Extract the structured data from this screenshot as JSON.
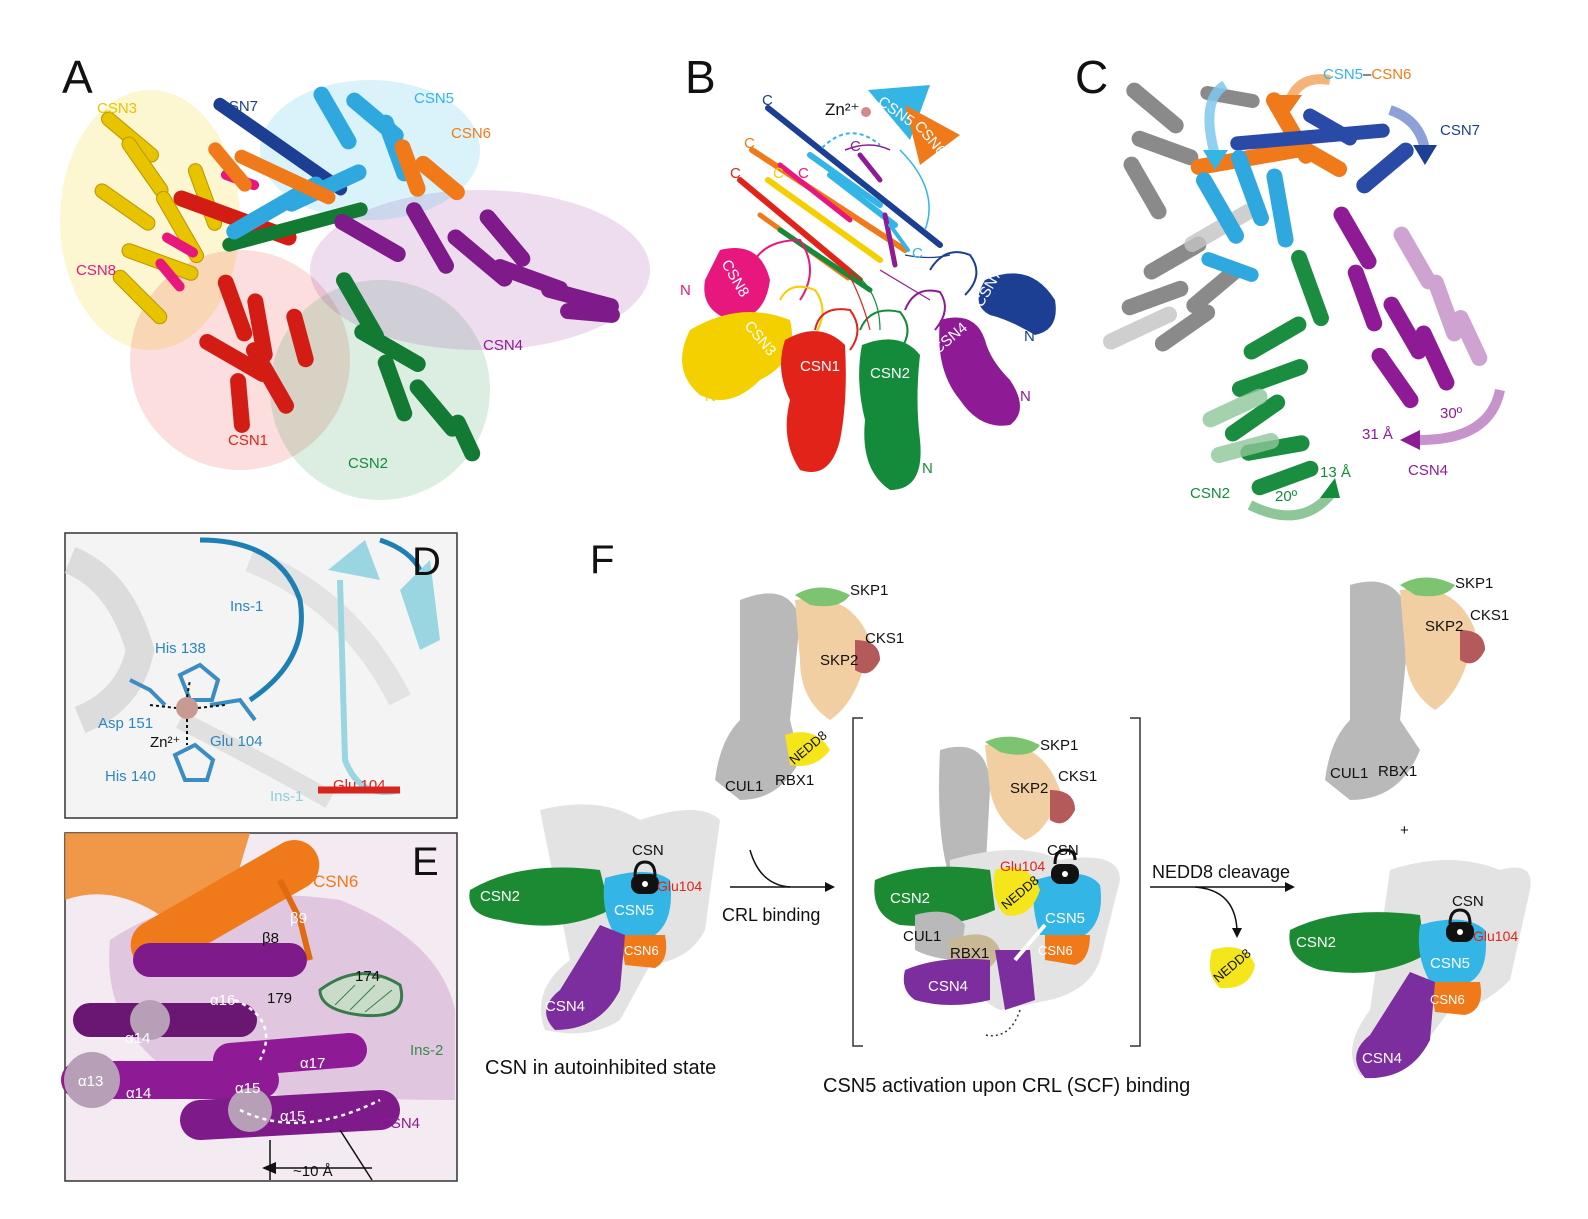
{
  "colors": {
    "csn1": "#e2231a",
    "csn2": "#138b3a",
    "csn3": "#f5d000",
    "csn4": "#8e1b95",
    "csn5": "#33b5e5",
    "csn6": "#f07a1a",
    "csn7": "#1c3f94",
    "csn8": "#e8177d",
    "grey": "#9a9a9a",
    "skp2": "#f2cfa2",
    "cks1": "#b55a5a",
    "skp1": "#7cc46f",
    "nedd8": "#f5e61c",
    "rbx1": "#c8b896"
  },
  "panelA": {
    "letter": "A",
    "labels": {
      "csn3": "CSN3",
      "csn7": "CSN7",
      "csn5": "CSN5",
      "csn6": "CSN6",
      "csn8": "CSN8",
      "csn4": "CSN4",
      "csn1": "CSN1",
      "csn2": "CSN2"
    }
  },
  "panelB": {
    "letter": "B",
    "zn": "Zn²⁺",
    "c": "C",
    "n": "N",
    "labels": {
      "csn5": "CSN5",
      "csn6": "CSN6",
      "csn8": "CSN8",
      "csn3": "CSN3",
      "csn1": "CSN1",
      "csn2": "CSN2",
      "csn4": "CSN4",
      "csn7": "CSN7"
    }
  },
  "panelC": {
    "letter": "C",
    "csn5": "CSN5",
    "dash": "–",
    "csn6": "CSN6",
    "csn7": "CSN7",
    "csn4": "CSN4",
    "csn2": "CSN2",
    "angle4": "30º",
    "dist4": "31 Å",
    "angle2": "20º",
    "dist2": "13 Å"
  },
  "panelD": {
    "letter": "D",
    "ins1_top": "Ins-1",
    "his138": "His 138",
    "asp151": "Asp 151",
    "zn": "Zn²⁺",
    "glu104": "Glu 104",
    "his140": "His 140",
    "ins1_bottom": "Ins-1",
    "glu104_red": "Glu 104"
  },
  "panelE": {
    "letter": "E",
    "csn6": "CSN6",
    "b9": "β9",
    "b8": "β8",
    "n179": "179",
    "n174": "174",
    "a16": "α16",
    "a14a": "α14",
    "a13": "α13",
    "a14b": "α14",
    "a15a": "α15",
    "a15b": "α15",
    "a17": "α17",
    "ins2": "Ins-2",
    "csn4": "CSN4",
    "dist": "~10 Å"
  },
  "panelF": {
    "letter": "F",
    "scf1": {
      "skp1": "SKP1",
      "skp2": "SKP2",
      "cks1": "CKS1",
      "nedd8": "NEDD8",
      "cul1": "CUL1",
      "rbx1": "RBX1"
    },
    "csn_left": {
      "csn": "CSN",
      "glu": "Glu104",
      "csn2": "CSN2",
      "csn5": "CSN5",
      "csn6": "CSN6",
      "csn4": "CSN4"
    },
    "arrow1": "CRL binding",
    "complex": {
      "skp1": "SKP1",
      "skp2": "SKP2",
      "cks1": "CKS1",
      "glu": "Glu104",
      "csn": "CSN",
      "csn2": "CSN2",
      "nedd8": "NEDD8",
      "csn5": "CSN5",
      "cul1": "CUL1",
      "rbx1": "RBX1",
      "csn6": "CSN6",
      "csn4": "CSN4"
    },
    "arrow2": "NEDD8 cleavage",
    "free_nedd8": "NEDD8",
    "scf2": {
      "skp1": "SKP1",
      "skp2": "SKP2",
      "cks1": "CKS1",
      "cul1": "CUL1",
      "rbx1": "RBX1",
      "plus": "+"
    },
    "csn_right": {
      "csn": "CSN",
      "csn2": "CSN2",
      "csn5": "CSN5",
      "glu": "Glu104",
      "csn6": "CSN6",
      "csn4": "CSN4"
    },
    "caption_left": "CSN in autoinhibited state",
    "caption_mid": "CSN5 activation upon CRL (SCF) binding"
  }
}
